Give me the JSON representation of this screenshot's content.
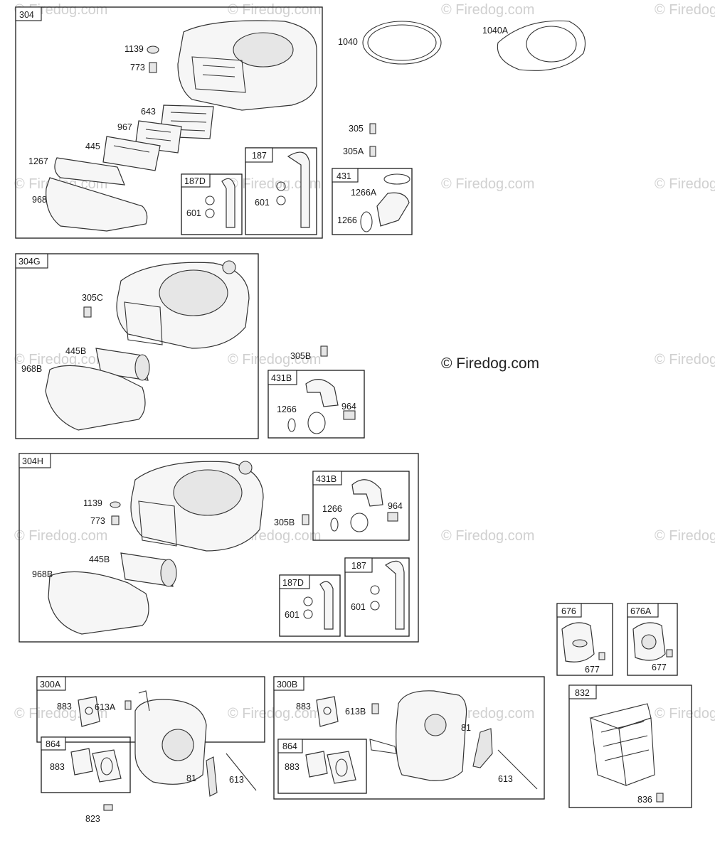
{
  "watermarks": [
    "© Firedog.com"
  ],
  "brand": "© Firedog.com",
  "groups": {
    "g304": {
      "tag": "304",
      "labels": {
        "l1139": "1139",
        "l773": "773",
        "l643": "643",
        "l967": "967",
        "l445": "445",
        "l1267": "1267",
        "l968": "968"
      }
    },
    "g187D_a": {
      "tag": "187D",
      "labels": {
        "l601": "601"
      }
    },
    "g187_a": {
      "tag": "187",
      "labels": {
        "l601": "601"
      }
    },
    "g431": {
      "tag": "431",
      "labels": {
        "l1266A": "1266A",
        "l1266": "1266"
      }
    },
    "loose": {
      "l1040": "1040",
      "l1040A": "1040A",
      "l305": "305",
      "l305A": "305A",
      "l305B": "305B",
      "l823": "823"
    },
    "g304G": {
      "tag": "304G",
      "labels": {
        "l305C": "305C",
        "l445B": "445B",
        "l968B": "968B"
      }
    },
    "g431B_a": {
      "tag": "431B",
      "labels": {
        "l1266": "1266",
        "l964": "964"
      }
    },
    "g304H": {
      "tag": "304H",
      "labels": {
        "l1139": "1139",
        "l773": "773",
        "l305B": "305B",
        "l445B": "445B",
        "l968B": "968B"
      }
    },
    "g431B_b": {
      "tag": "431B",
      "labels": {
        "l1266": "1266",
        "l964": "964"
      }
    },
    "g187D_b": {
      "tag": "187D",
      "labels": {
        "l601": "601"
      }
    },
    "g187_b": {
      "tag": "187",
      "labels": {
        "l601": "601"
      }
    },
    "g676": {
      "tag": "676",
      "labels": {
        "l677": "677"
      }
    },
    "g676A": {
      "tag": "676A",
      "labels": {
        "l677": "677"
      }
    },
    "g300A": {
      "tag": "300A",
      "labels": {
        "l883": "883",
        "l613A": "613A",
        "l81": "81",
        "l613": "613"
      }
    },
    "g864_a": {
      "tag": "864",
      "labels": {
        "l883": "883"
      }
    },
    "g300B": {
      "tag": "300B",
      "labels": {
        "l883": "883",
        "l613B": "613B",
        "l81": "81",
        "l613": "613"
      }
    },
    "g864_b": {
      "tag": "864",
      "labels": {
        "l883": "883"
      }
    },
    "g832": {
      "tag": "832",
      "labels": {
        "l836": "836"
      }
    }
  }
}
